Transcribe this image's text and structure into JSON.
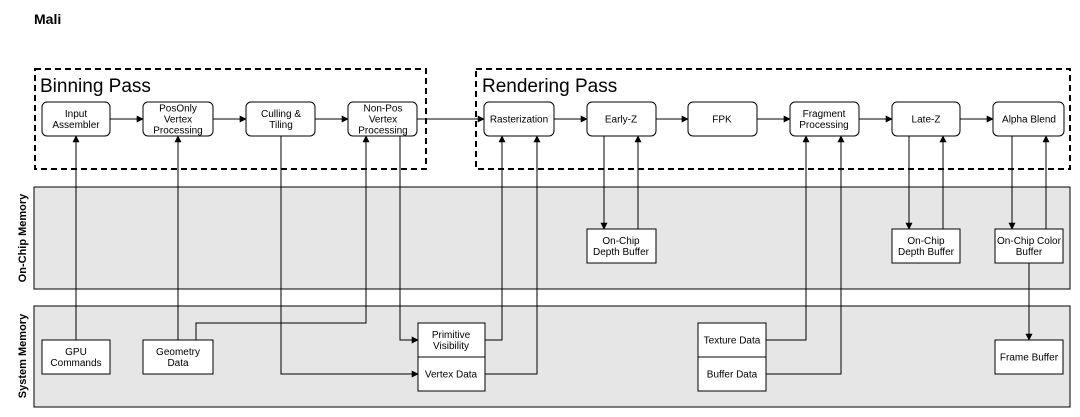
{
  "title": "Mali",
  "lanes": {
    "onchip": "On-Chip Memory",
    "system": "System Memory"
  },
  "groups": {
    "binning": "Binning Pass",
    "rendering": "Rendering Pass"
  },
  "nodes": {
    "input_assembler": [
      "Input",
      "Assembler"
    ],
    "posonly_vertex": [
      "PosOnly",
      "Vertex",
      "Processing"
    ],
    "culling_tiling": [
      "Culling &",
      "Tiling"
    ],
    "nonpos_vertex": [
      "Non-Pos",
      "Vertex",
      "Processing"
    ],
    "rasterization": [
      "Rasterization"
    ],
    "early_z": [
      "Early-Z"
    ],
    "fpk": [
      "FPK"
    ],
    "fragment_processing": [
      "Fragment",
      "Processing"
    ],
    "late_z": [
      "Late-Z"
    ],
    "alpha_blend": [
      "Alpha Blend"
    ],
    "onchip_depth_1": [
      "On-Chip",
      "Depth Buffer"
    ],
    "onchip_depth_2": [
      "On-Chip",
      "Depth Buffer"
    ],
    "onchip_color": [
      "On-Chip Color",
      "Buffer"
    ],
    "gpu_commands": [
      "GPU",
      "Commands"
    ],
    "geometry_data": [
      "Geometry",
      "Data"
    ],
    "primitive_visibility": [
      "Primitive",
      "Visibility"
    ],
    "vertex_data": [
      "Vertex Data"
    ],
    "texture_data": [
      "Texture Data"
    ],
    "buffer_data": [
      "Buffer Data"
    ],
    "frame_buffer": [
      "Frame Buffer"
    ]
  }
}
